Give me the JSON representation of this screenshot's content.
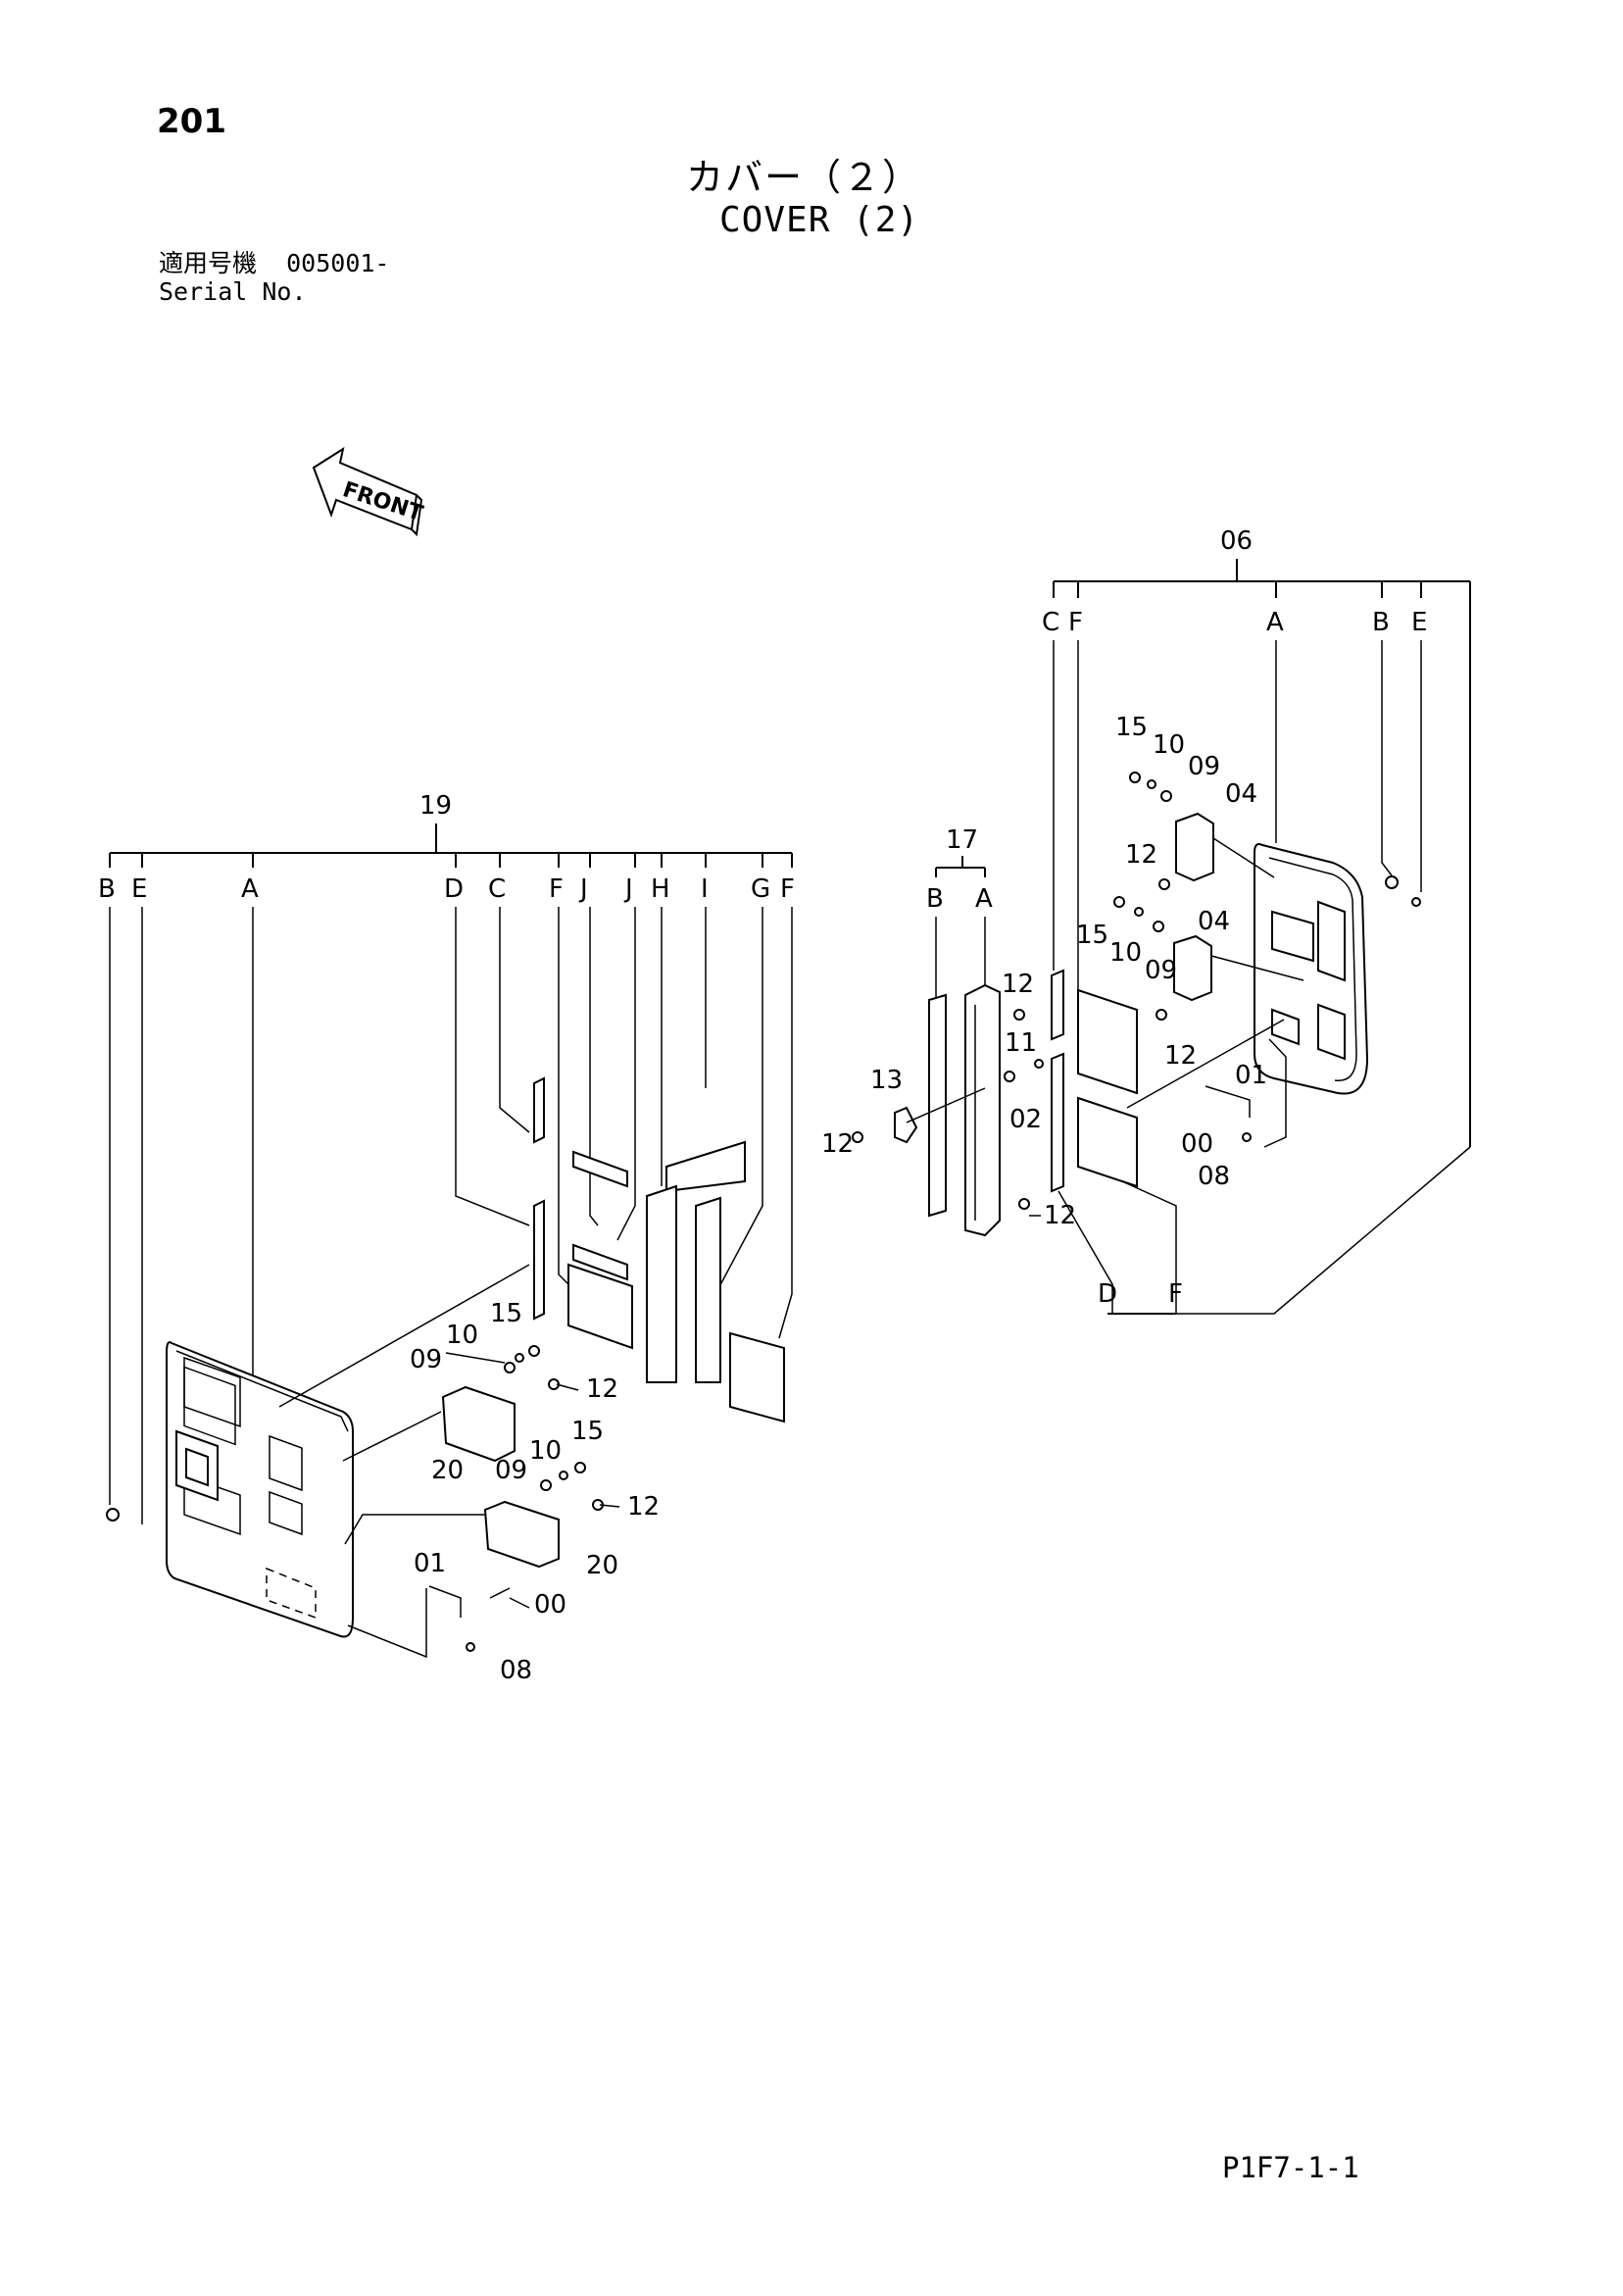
{
  "header": {
    "page_number": "201",
    "title_ja": "カバー（２）",
    "title_en": "COVER (2)",
    "serial_label_ja": "適用号機",
    "serial_value": "005001-",
    "serial_label_en": "Serial No."
  },
  "front_indicator": {
    "label": "FRONT",
    "icon": "front-arrow-icon"
  },
  "groups": {
    "g19": {
      "id": "19",
      "letters": [
        "B",
        "E",
        "A",
        "D",
        "C",
        "F",
        "J",
        "J",
        "H",
        "I",
        "G",
        "F"
      ]
    },
    "g17": {
      "id": "17",
      "letters": [
        "B",
        "A"
      ]
    },
    "g06": {
      "id": "06",
      "letters": [
        "C",
        "F",
        "A",
        "B",
        "E"
      ],
      "bottom_letters": [
        "D",
        "F"
      ]
    }
  },
  "callouts": {
    "left": [
      "15",
      "10",
      "09",
      "12",
      "20",
      "10",
      "15",
      "09",
      "12",
      "20",
      "01",
      "00",
      "08"
    ],
    "middle": [
      "12",
      "11",
      "02",
      "13",
      "12",
      "12"
    ],
    "right": [
      "15",
      "10",
      "09",
      "04",
      "12",
      "15",
      "10",
      "09",
      "04",
      "12",
      "01",
      "00",
      "08"
    ]
  },
  "footer": {
    "code": "P1F7-1-1"
  }
}
